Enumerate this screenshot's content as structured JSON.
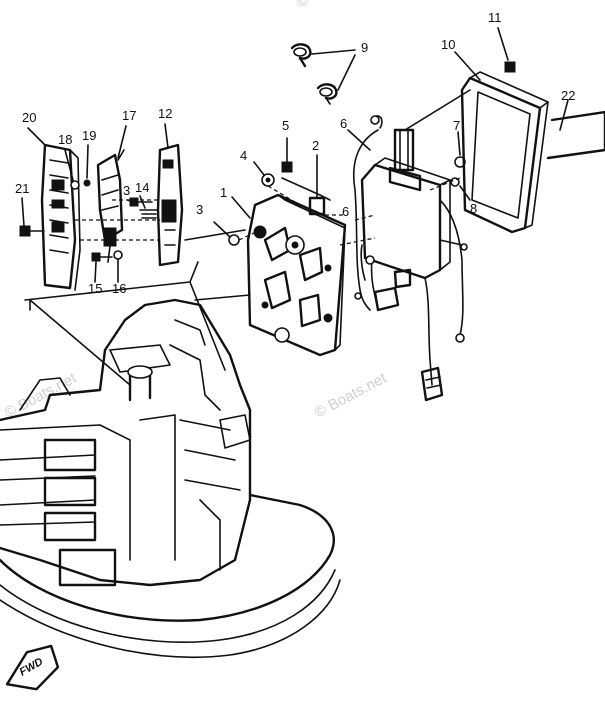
{
  "watermark": "© Boats.net",
  "fwd_label": "FWD",
  "callouts": {
    "n1": "1",
    "n2": "2",
    "n3a": "3",
    "n3b": "3",
    "n4": "4",
    "n5": "5",
    "n6a": "6",
    "n6b": "6",
    "n7": "7",
    "n8": "8",
    "n9": "9",
    "n10": "10",
    "n11": "11",
    "n12": "12",
    "n14": "14",
    "n15": "15",
    "n16": "16",
    "n17": "17",
    "n18": "18",
    "n19": "19",
    "n20": "20",
    "n21": "21",
    "n22": "22"
  }
}
